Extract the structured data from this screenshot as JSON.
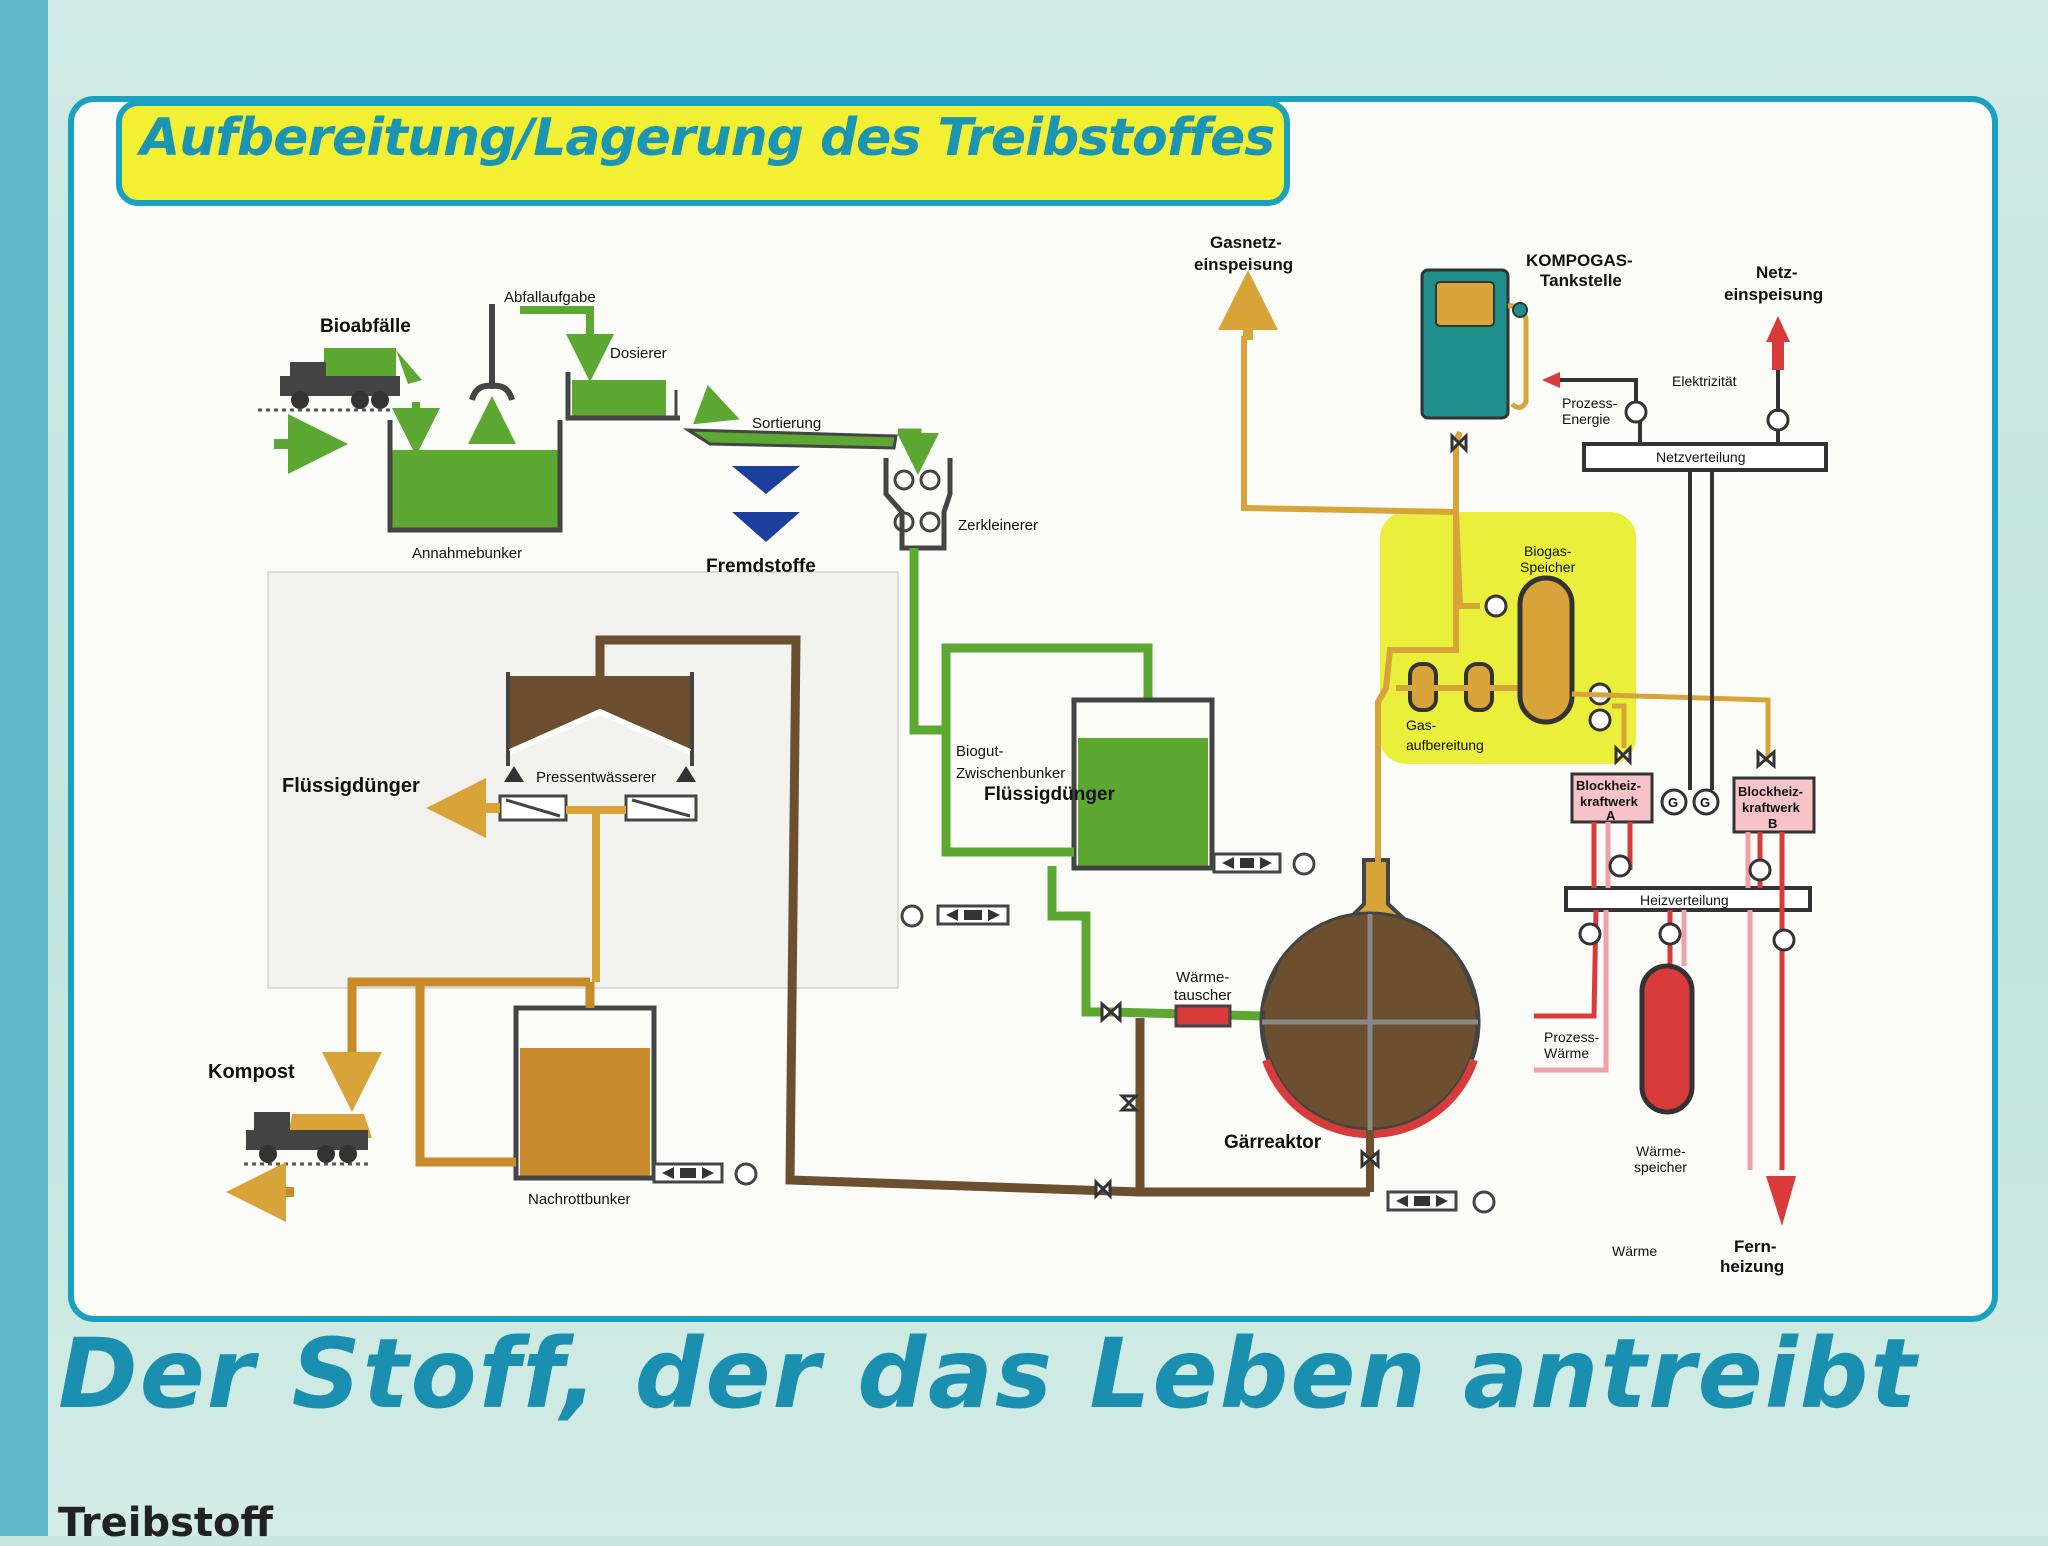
{
  "title": "Aufbereitung/Lagerung des Treibstoffes",
  "slogan": "Der Stoff, der das Leben antreibt",
  "subline": "Treibstoff",
  "colors": {
    "brand_blue": "#1aa1c0",
    "title_yellow": "#f3ef33",
    "green": "#5ca833",
    "brown": "#6b4f2f",
    "orange": "#d8a43a",
    "red": "#d93a3a",
    "pink": "#f0a0a8",
    "teal": "#1e8f8a",
    "gas_zone": "#e9ef3a",
    "blue": "#1c3f9e"
  },
  "labels": {
    "bioabfaelle": "Bioabfälle",
    "abfallaufgabe": "Abfallaufgabe",
    "dosierer": "Dosierer",
    "sortierung": "Sortierung",
    "annahmebunker": "Annahmebunker",
    "fremdstoffe": "Fremdstoffe",
    "zerkleinerer": "Zerkleinerer",
    "fluessigduenger_left": "Flüssigdünger",
    "pressentwaesserer": "Pressentwässerer",
    "biogut_1": "Biogut-",
    "biogut_2": "Zwischenbunker",
    "fluessigduenger_mid": "Flüssigdünger",
    "waerme_1": "Wärme-",
    "waerme_2": "tauscher",
    "kompost": "Kompost",
    "nachrottbunker": "Nachrottbunker",
    "gaerreaktor": "Gärreaktor",
    "gasnetz_1": "Gasnetz-",
    "gasnetz_2": "einspeisung",
    "kompogas_1": "KOMPOGAS-",
    "kompogas_2": "Tankstelle",
    "netz_1": "Netz-",
    "netz_2": "einspeisung",
    "elektrizitaet": "Elektrizität",
    "prozess_1": "Prozess-",
    "prozess_2": "Energie",
    "netzverteilung": "Netzverteilung",
    "biogas_1": "Biogas-",
    "biogas_2": "Speicher",
    "gasaufb_1": "Gas-",
    "gasaufb_2": "aufbereitung",
    "bhkw_a_1": "Blockheiz-",
    "bhkw_a_2": "kraftwerk",
    "bhkw_a_3": "A",
    "bhkw_b_1": "Blockheiz-",
    "bhkw_b_2": "kraftwerk",
    "bhkw_b_3": "B",
    "heizverteilung": "Heizverteilung",
    "prozesswaerme_1": "Prozess-",
    "prozesswaerme_2": "Wärme",
    "waermespeicher_1": "Wärme-",
    "waermespeicher_2": "speicher",
    "waerme": "Wärme",
    "fern_1": "Fern-",
    "fern_2": "heizung",
    "g": "G"
  }
}
